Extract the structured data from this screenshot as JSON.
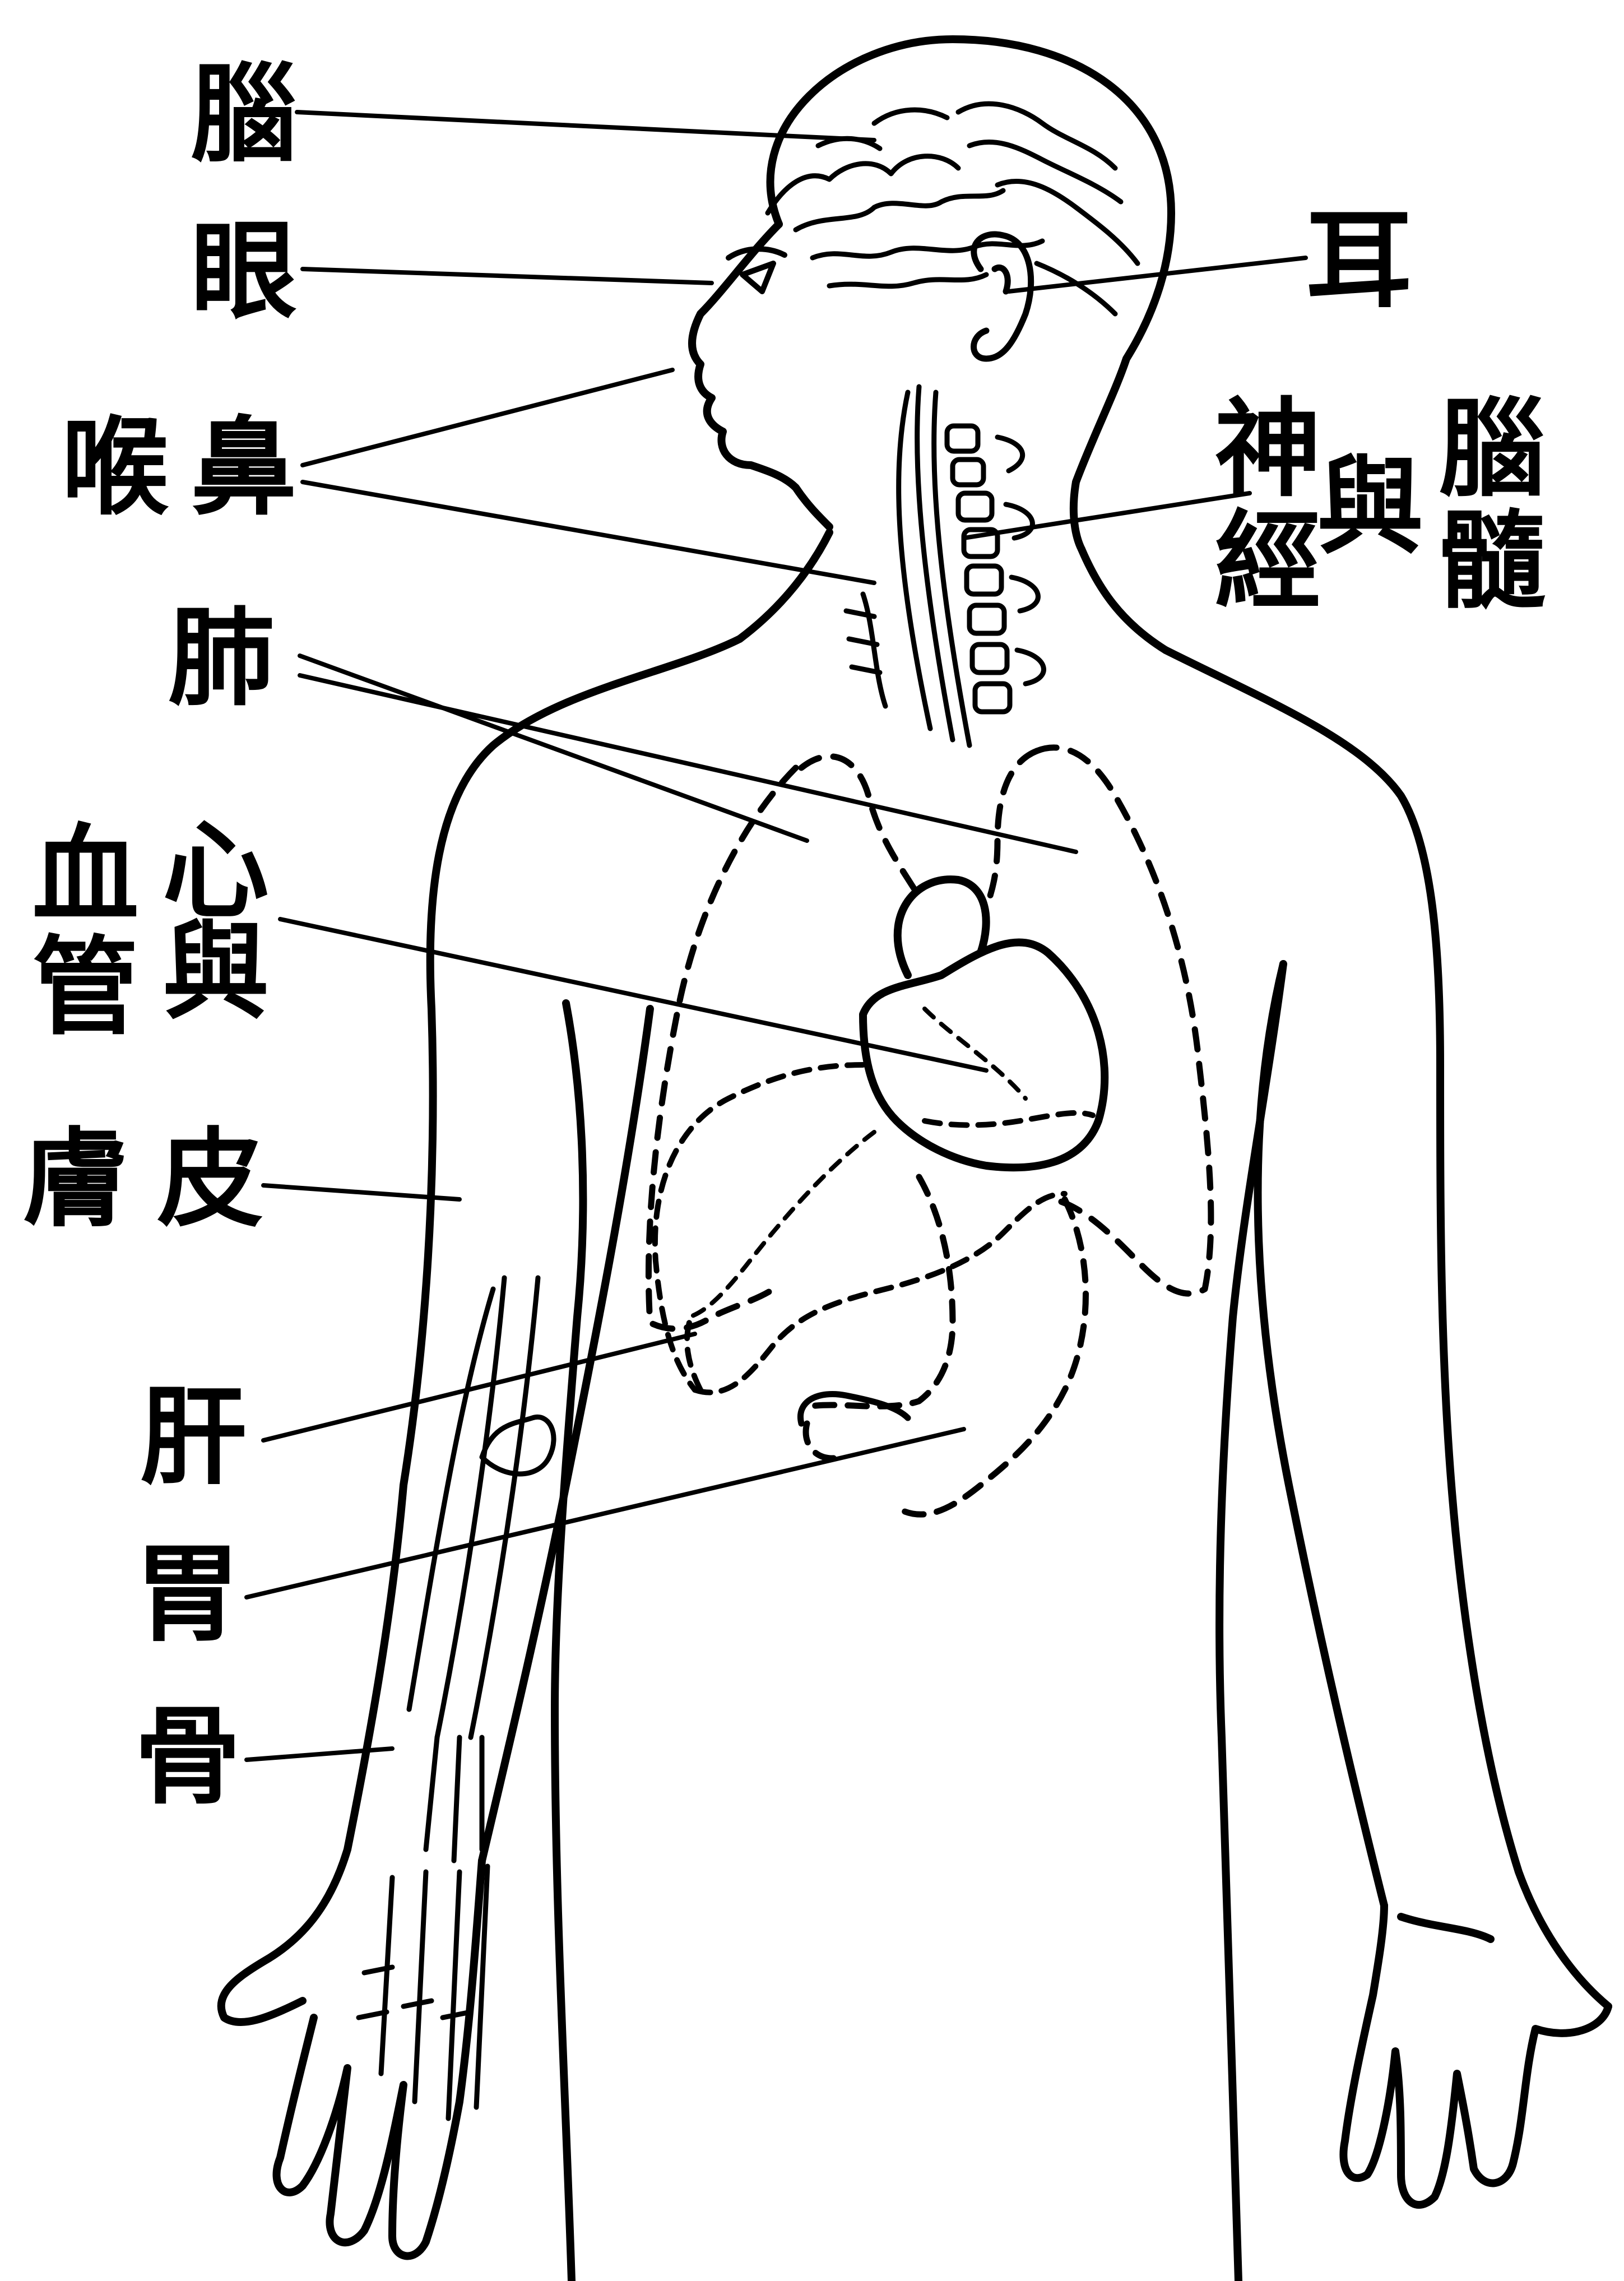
{
  "labels": {
    "brain": "腦",
    "eye": "眼",
    "ear": "耳",
    "throat": "喉",
    "nose": "鼻",
    "spinal_cord": "腦髓",
    "conjunction_right": "與",
    "nerves": "神經",
    "lung": "肺",
    "heart": "心",
    "conjunction_left": "與",
    "blood_vessels": "血管",
    "skin": "皮",
    "flesh": "膚",
    "liver": "肝",
    "stomach": "胃",
    "bone": "骨"
  },
  "colors": {
    "ink": "#000000",
    "paper": "#ffffff"
  }
}
